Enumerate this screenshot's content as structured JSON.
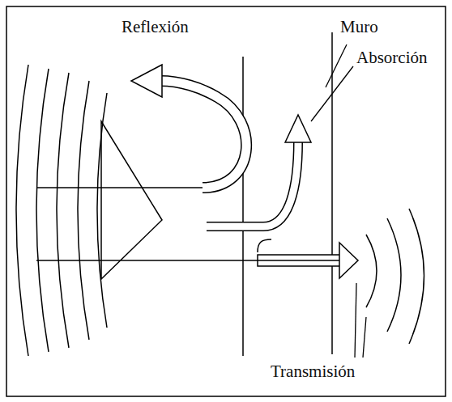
{
  "diagram": {
    "labels": [
      "Reflexión",
      "Muro",
      "Absorción",
      "Transmisión"
    ]
  }
}
